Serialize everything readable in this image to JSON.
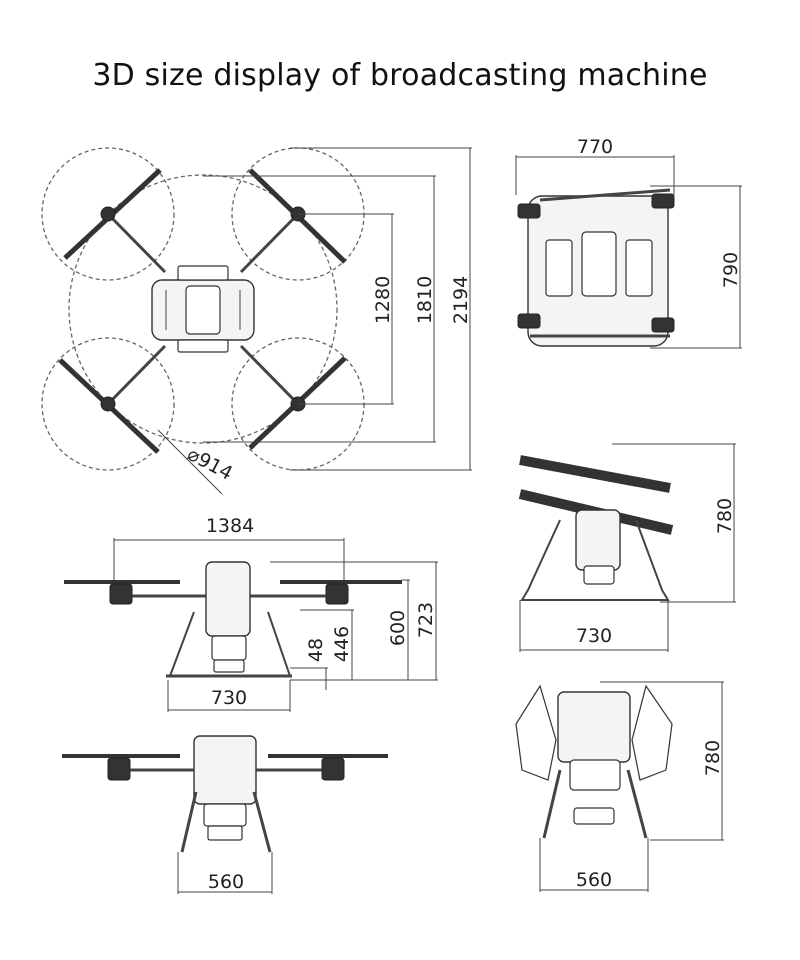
{
  "title": "3D size display of broadcasting machine",
  "views": {
    "top": {
      "diameter": "914",
      "dims": [
        "1280",
        "1810",
        "2194"
      ]
    },
    "top_folded": {
      "width": "770",
      "height": "790"
    },
    "side_folded": {
      "height": "780",
      "width": "730"
    },
    "front_folded": {
      "height": "780",
      "width": "560"
    },
    "side": {
      "span": "1384",
      "heights": [
        "48",
        "446",
        "600",
        "723"
      ],
      "base": "730"
    },
    "front": {
      "base": "560"
    }
  },
  "colors": {
    "line": "#333333",
    "text": "#222222"
  }
}
